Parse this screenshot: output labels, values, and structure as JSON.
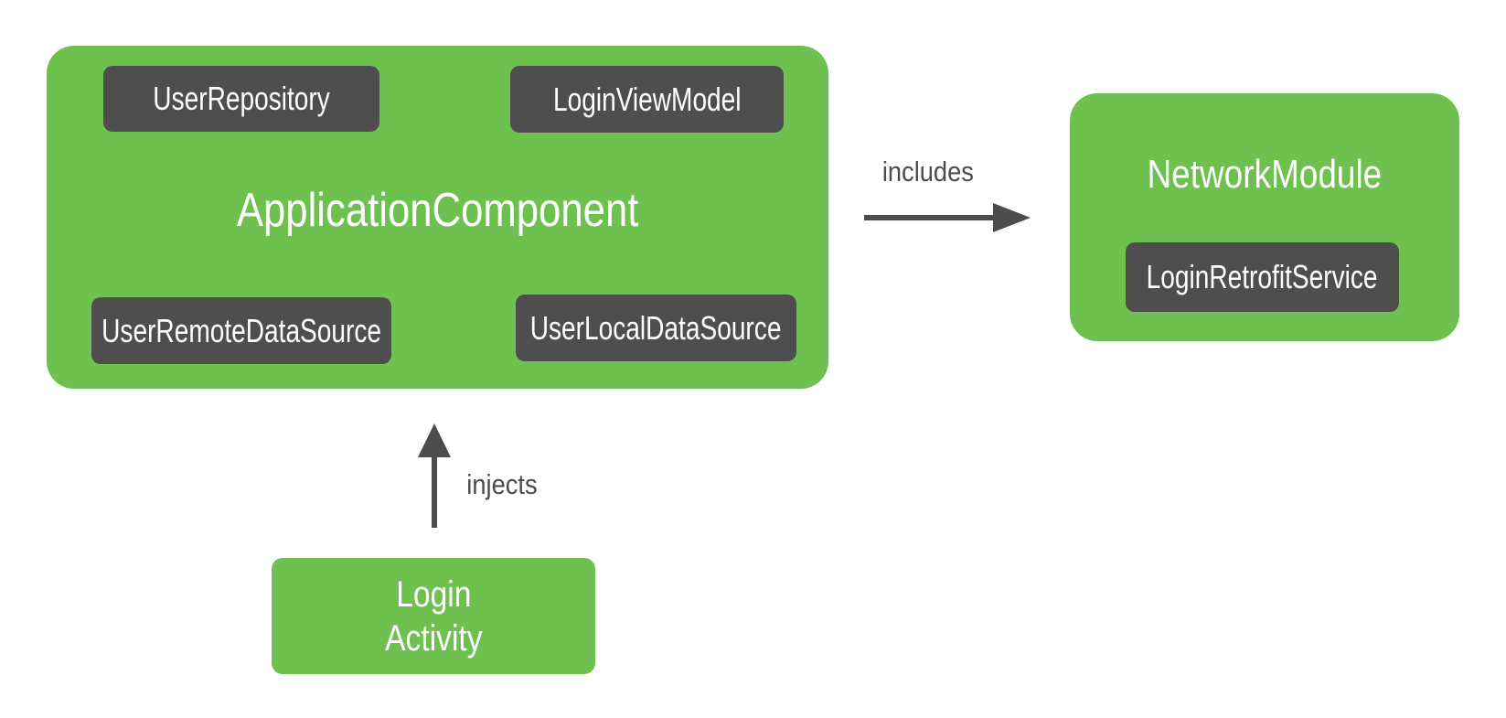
{
  "colors": {
    "canvas_bg": "#ffffff",
    "node_green": "#6ec14f",
    "node_dark": "#4e4e4e",
    "arrow_gray": "#4c4c4c",
    "node_text": "#ffffff"
  },
  "diagram": {
    "application_component": {
      "title": "ApplicationComponent",
      "user_repository": "UserRepository",
      "login_view_model": "LoginViewModel",
      "user_remote_data_source": "UserRemoteDataSource",
      "user_local_data_source": "UserLocalDataSource"
    },
    "network_module": {
      "title": "NetworkModule",
      "login_retrofit_service": "LoginRetrofitService"
    },
    "login_activity": {
      "line1": "Login",
      "line2": "Activity"
    },
    "relations": {
      "includes_label": "includes",
      "injects_label": "injects"
    }
  }
}
